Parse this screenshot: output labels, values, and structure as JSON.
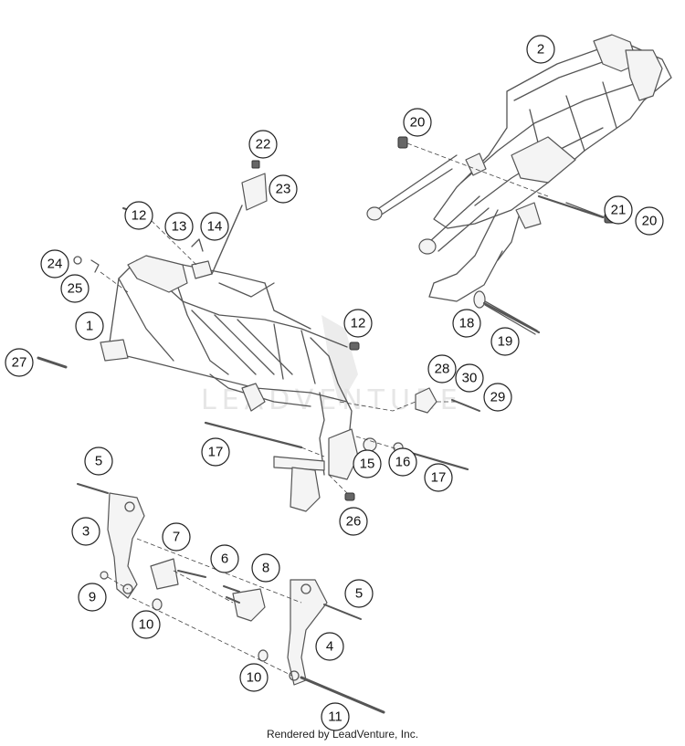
{
  "watermark": "LEADVENTURE",
  "credit": "Rendered by LeadVenture, Inc.",
  "callouts": [
    "1",
    "2",
    "3",
    "4",
    "5",
    "5",
    "6",
    "7",
    "8",
    "9",
    "10",
    "10",
    "11",
    "12",
    "12",
    "13",
    "14",
    "15",
    "16",
    "17",
    "17",
    "18",
    "19",
    "20",
    "20",
    "21",
    "22",
    "23",
    "24",
    "25",
    "26",
    "27",
    "28",
    "29",
    "30"
  ]
}
